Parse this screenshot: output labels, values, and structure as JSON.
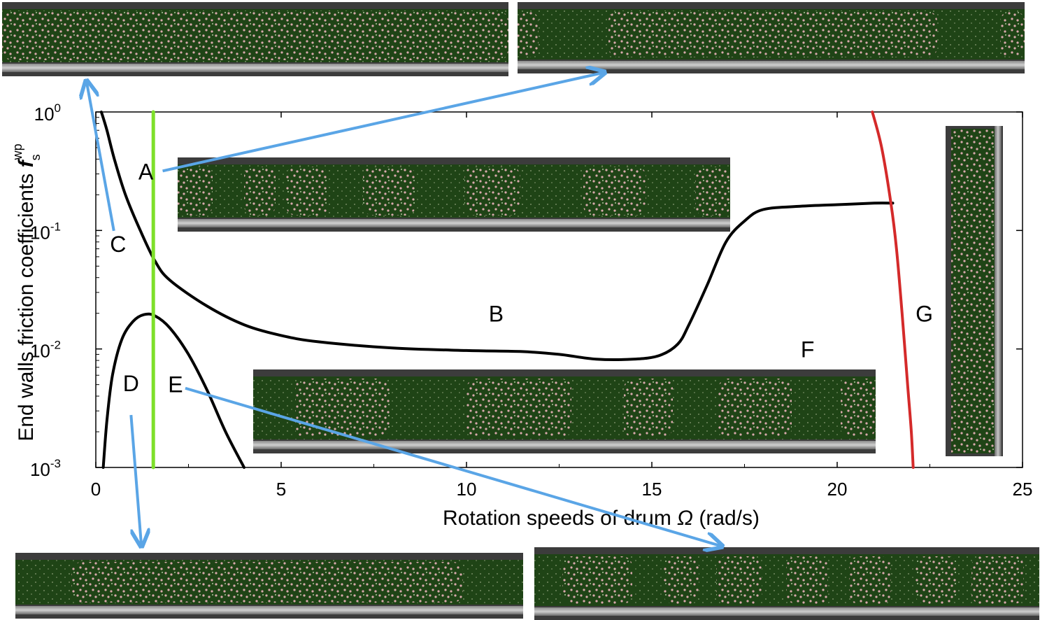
{
  "chart_data": {
    "type": "line",
    "xlabel": "Rotation speeds of drum",
    "xlabel_symbol": "Ω",
    "xlabel_unit": "(rad/s)",
    "ylabel": "End walls friction coefficients",
    "ylabel_symbol": "f",
    "ylabel_sub": "s",
    "ylabel_sup": "wp",
    "xlim": [
      0,
      25
    ],
    "ylim": [
      0.001,
      1
    ],
    "yscale": "log",
    "x_ticks": [
      "0",
      "5",
      "10",
      "15",
      "20",
      "25"
    ],
    "y_ticks": [
      {
        "value": 1,
        "base": "10",
        "exp": "0"
      },
      {
        "value": 0.1,
        "base": "10",
        "exp": "-1"
      },
      {
        "value": 0.01,
        "base": "10",
        "exp": "-2"
      },
      {
        "value": 0.001,
        "base": "10",
        "exp": "-3"
      }
    ],
    "grid": false,
    "series": [
      {
        "role": "upper boundary",
        "color": "#000000",
        "points": [
          [
            0.15,
            1.0
          ],
          [
            0.3,
            0.7
          ],
          [
            0.5,
            0.4
          ],
          [
            0.8,
            0.2
          ],
          [
            1.2,
            0.1
          ],
          [
            1.6,
            0.055
          ],
          [
            2.0,
            0.038
          ],
          [
            3.0,
            0.023
          ],
          [
            4.0,
            0.016
          ],
          [
            5.0,
            0.013
          ],
          [
            6.0,
            0.0115
          ],
          [
            8.0,
            0.0102
          ],
          [
            10.0,
            0.0097
          ],
          [
            11.5,
            0.0095
          ],
          [
            12.5,
            0.009
          ],
          [
            13.5,
            0.0082
          ],
          [
            14.5,
            0.0082
          ],
          [
            15.2,
            0.0088
          ],
          [
            15.7,
            0.011
          ],
          [
            16.0,
            0.016
          ],
          [
            16.5,
            0.035
          ],
          [
            17.0,
            0.08
          ],
          [
            17.5,
            0.12
          ],
          [
            18.0,
            0.15
          ],
          [
            19.0,
            0.16
          ],
          [
            20.0,
            0.165
          ],
          [
            21.0,
            0.17
          ],
          [
            21.5,
            0.17
          ]
        ]
      },
      {
        "role": "lower boundary",
        "color": "#000000",
        "points": [
          [
            0.2,
            0.001
          ],
          [
            0.3,
            0.0025
          ],
          [
            0.45,
            0.006
          ],
          [
            0.7,
            0.012
          ],
          [
            1.0,
            0.017
          ],
          [
            1.3,
            0.0195
          ],
          [
            1.6,
            0.019
          ],
          [
            2.0,
            0.015
          ],
          [
            2.5,
            0.009
          ],
          [
            3.0,
            0.0045
          ],
          [
            3.5,
            0.002
          ],
          [
            4.0,
            0.001
          ]
        ]
      },
      {
        "role": "vertical divider",
        "color": "#7ee02a",
        "points": [
          [
            1.55,
            0.001
          ],
          [
            1.55,
            1.0
          ]
        ]
      },
      {
        "role": "high-speed boundary",
        "color": "#d42a2a",
        "points": [
          [
            20.95,
            1.0
          ],
          [
            21.2,
            0.5
          ],
          [
            21.45,
            0.17
          ],
          [
            21.6,
            0.07
          ],
          [
            21.75,
            0.02
          ],
          [
            21.9,
            0.005
          ],
          [
            22.0,
            0.002
          ],
          [
            22.05,
            0.001
          ]
        ]
      }
    ],
    "annotations": [
      {
        "label": "A",
        "x": 1.35,
        "y": 0.27
      },
      {
        "label": "B",
        "x": 10.8,
        "y": 0.017
      },
      {
        "label": "C",
        "x": 0.6,
        "y": 0.066
      },
      {
        "label": "D",
        "x": 0.95,
        "y": 0.0044
      },
      {
        "label": "E",
        "x": 2.15,
        "y": 0.0043
      },
      {
        "label": "F",
        "x": 19.2,
        "y": 0.0085
      },
      {
        "label": "G",
        "x": 22.35,
        "y": 0.017
      }
    ]
  },
  "insets": [
    {
      "name": "inset-C-uniform",
      "pattern": "uniform"
    },
    {
      "name": "inset-A-bands",
      "pattern": "bands"
    },
    {
      "name": "inset-B-bands",
      "pattern": "bands"
    },
    {
      "name": "inset-F-bands",
      "pattern": "bands"
    },
    {
      "name": "inset-G-vertical",
      "pattern": "uniform"
    },
    {
      "name": "inset-D-center",
      "pattern": "center"
    },
    {
      "name": "inset-E-bands",
      "pattern": "bands"
    }
  ],
  "colors": {
    "drum_fill": "#1f4416",
    "particle": "#d9a9ad",
    "drum_wall": "#5a5a5a",
    "arrow": "#5aa5e6"
  }
}
